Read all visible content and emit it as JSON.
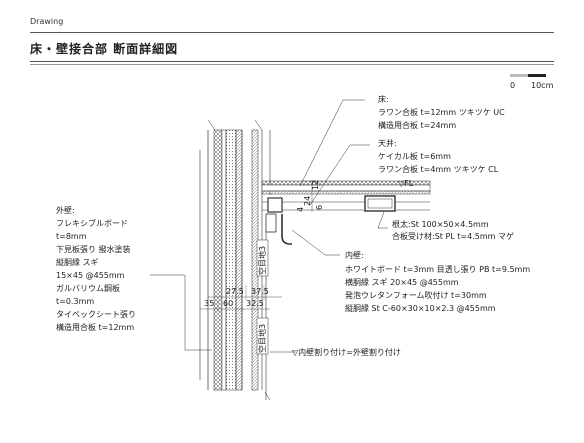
{
  "header": {
    "section": "Drawing"
  },
  "title": "床・壁接合部 断面詳細図",
  "scale": {
    "zero": "0",
    "ten": "10cm"
  },
  "floor": {
    "heading": "床:",
    "lines": [
      "ラワン合板 t=12mm ツキツケ UC",
      "構造用合板 t=24mm"
    ]
  },
  "ceiling": {
    "heading": "天井:",
    "lines": [
      "ケイカル板 t=6mm",
      "ラワン合板 t=4mm ツキツケ CL"
    ]
  },
  "fl_mark": "▽FL",
  "joist": {
    "lines": [
      "根太:St 100×50×4.5mm",
      "合板受け材:St PL t=4.5mm マゲ"
    ]
  },
  "outer_wall": {
    "heading": "外壁:",
    "lines": [
      "フレキシブルボード",
      "t=8mm",
      "下見板張り 撥水塗装",
      "縦胴縁 スギ",
      "15×45 @455mm",
      "ガルバリウム鋼板",
      "t=0.3mm",
      "タイベックシート張り",
      "構造用合板 t=12mm"
    ]
  },
  "inner_wall": {
    "heading": "内壁:",
    "lines": [
      "ホワイトボード t=3mm 目透し張り PB t=9.5mm",
      "横胴縁 スギ 20×45 @455mm",
      "発泡ウレタンフォーム吹付け t=30mm",
      "縦胴縁 St C-60×30×10×2.3 @455mm"
    ]
  },
  "bottom_note": "▽内壁割り付け=外壁割り付け",
  "dimensions": {
    "d12": "12",
    "d4": "4",
    "d24": "24",
    "d6": "6",
    "d27_5": "27.5",
    "d37_5": "37.5",
    "d35": "35",
    "d60": "60",
    "d32_5": "32.5",
    "void_upper": "空目地3",
    "void_lower": "空目地3"
  }
}
